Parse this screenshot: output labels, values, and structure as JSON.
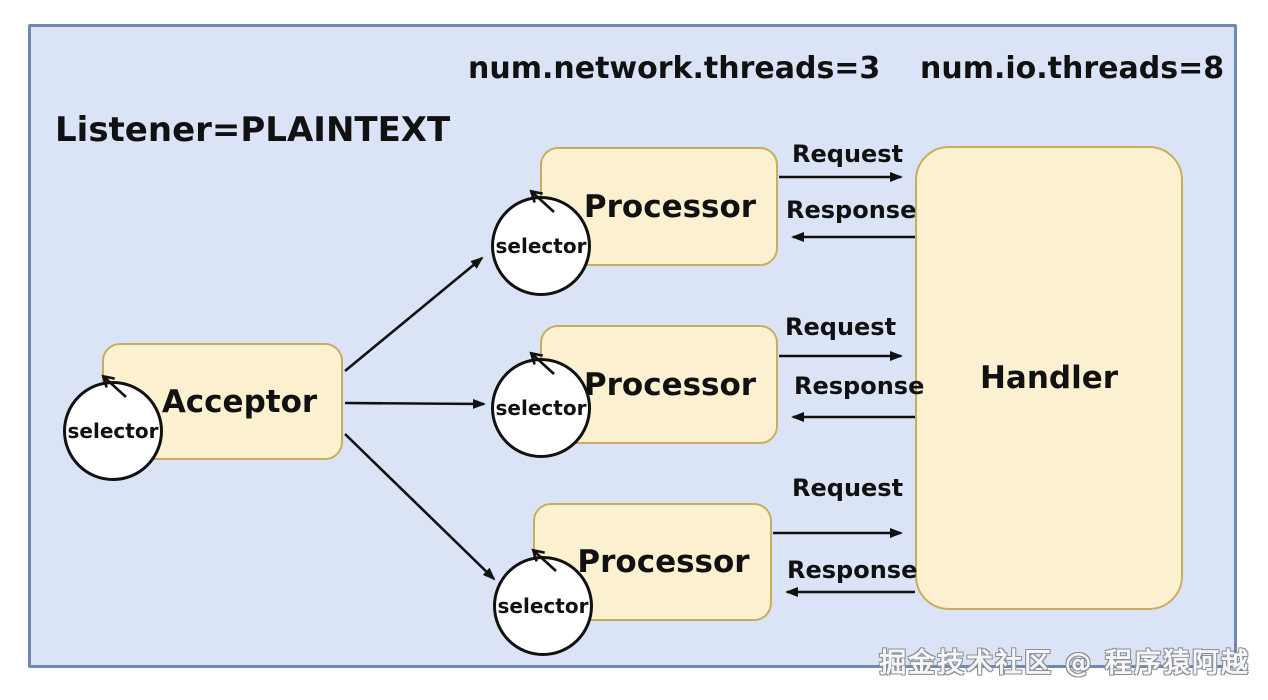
{
  "header": {
    "listener": "Listener=PLAINTEXT",
    "network_threads": "num.network.threads=3",
    "io_threads": "num.io.threads=8"
  },
  "nodes": {
    "acceptor": "Acceptor",
    "processors": [
      "Processor",
      "Processor",
      "Processor"
    ],
    "handler": "Handler",
    "selectors": [
      "selector",
      "selector",
      "selector",
      "selector"
    ]
  },
  "flows": [
    {
      "request": "Request",
      "response": "Response"
    },
    {
      "request": "Request",
      "response": "Response"
    },
    {
      "request": "Request",
      "response": "Response"
    }
  ],
  "watermark": {
    "text": "掘金技术社区 @ 程序猿阿越"
  },
  "colors": {
    "canvas_background": "#dbe4f6",
    "canvas_border": "#7289ae",
    "node_fill": "#fbf1d1",
    "node_border": "#c9ad5e",
    "arrow": "#111111",
    "selector_fill": "#ffffff"
  }
}
